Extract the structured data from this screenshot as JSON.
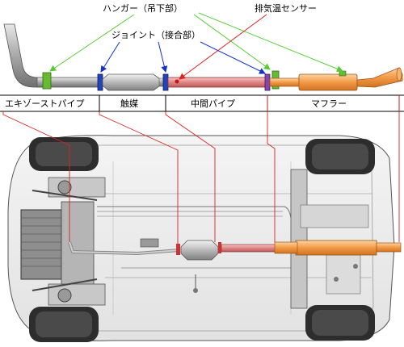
{
  "labels": {
    "hanger": "ハンガー（吊下部）",
    "joint": "ジョイント（接合部）",
    "sensor": "排気温センサー"
  },
  "sections": [
    "エキゾーストパイプ",
    "触媒",
    "中間パイプ",
    "マフラー"
  ],
  "colors": {
    "hanger_arrow": "#55cc33",
    "joint_arrow": "#1133cc",
    "sensor_arrow": "#dd2222",
    "pipe_gray": "#b0b0b0",
    "middle_pipe": "#e89090",
    "muffler": "#f5a050",
    "hanger_block": "#66bb33",
    "joint_ring": "#2244bb",
    "joint_ring_purple": "#8844aa",
    "leader_line": "#dd2222"
  }
}
